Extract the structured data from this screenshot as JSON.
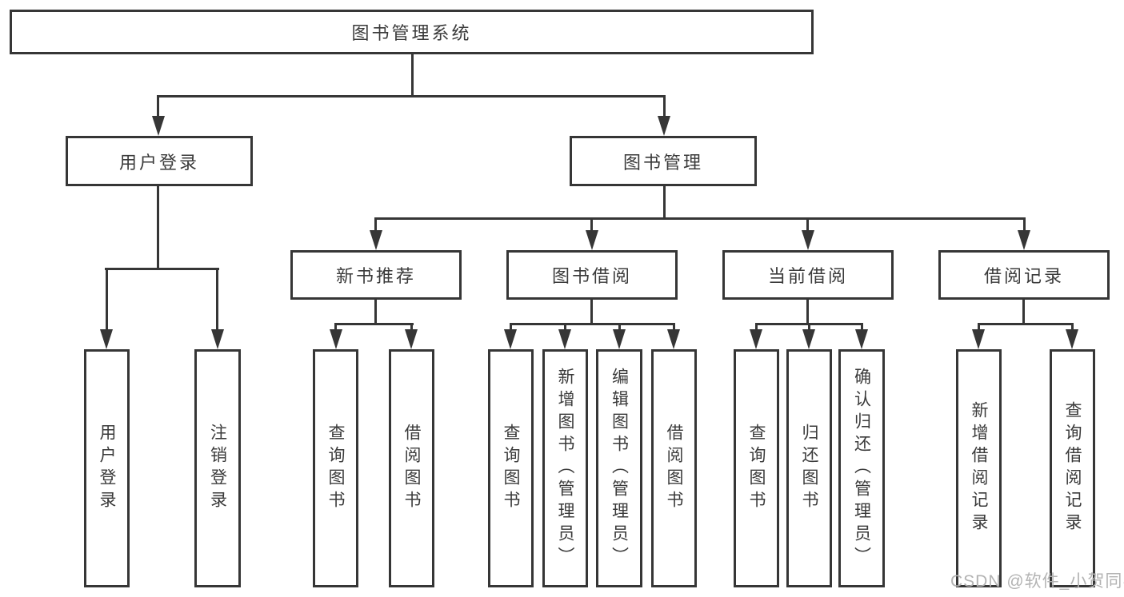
{
  "diagram": {
    "title": "图书管理系统",
    "colors": {
      "line": "#363636",
      "background": "#ffffff",
      "watermark": "#b3b3b3"
    },
    "tree": {
      "root": {
        "label": "图书管理系统",
        "children": [
          {
            "label": "用户登录",
            "children": [
              {
                "label": "用户登录"
              },
              {
                "label": "注销登录"
              }
            ]
          },
          {
            "label": "图书管理",
            "children": [
              {
                "label": "新书推荐",
                "children": [
                  {
                    "label": "查询图书"
                  },
                  {
                    "label": "借阅图书"
                  }
                ]
              },
              {
                "label": "图书借阅",
                "children": [
                  {
                    "label": "查询图书"
                  },
                  {
                    "label": "新增图书（管理员）"
                  },
                  {
                    "label": "编辑图书（管理员）"
                  },
                  {
                    "label": "借阅图书"
                  }
                ]
              },
              {
                "label": "当前借阅",
                "children": [
                  {
                    "label": "查询图书"
                  },
                  {
                    "label": "归还图书"
                  },
                  {
                    "label": "确认归还（管理员）"
                  }
                ]
              },
              {
                "label": "借阅记录",
                "children": [
                  {
                    "label": "新增借阅记录"
                  },
                  {
                    "label": "查询借阅记录"
                  }
                ]
              }
            ]
          }
        ]
      }
    }
  },
  "watermark": {
    "text": "CSDN @软件_小贺同学"
  }
}
